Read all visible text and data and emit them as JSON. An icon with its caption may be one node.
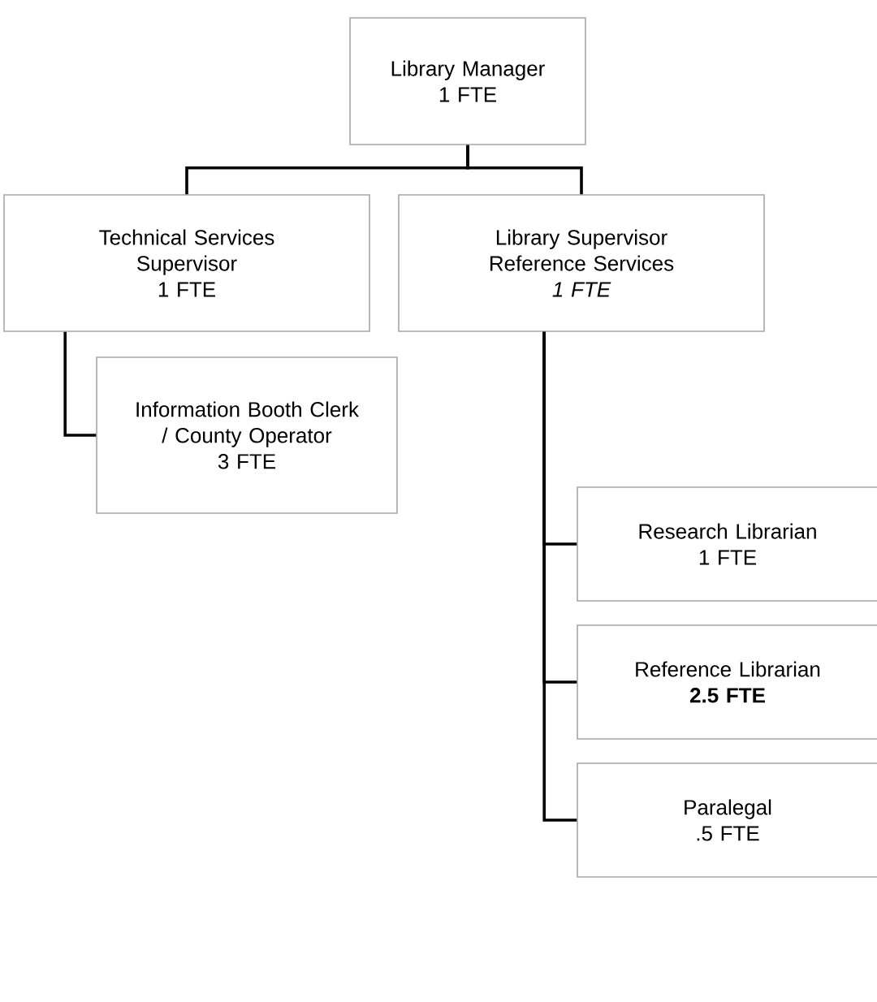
{
  "diagram": {
    "nodes": [
      {
        "text": [
          "Library Manager",
          "1 FTE"
        ]
      },
      {
        "text": [
          "Technical Services Supervisor",
          "1 FTE"
        ]
      },
      {
        "text": [
          "Library Supervisor Reference Services",
          "1 FTE"
        ]
      },
      {
        "text": [
          "Information Booth Clerk / County Operator",
          "3 FTE"
        ]
      },
      {
        "text": [
          "Research Librarian",
          "1 FTE"
        ]
      },
      {
        "text": [
          "Reference Librarian",
          "2.5 FTE"
        ]
      },
      {
        "text": [
          "Paralegal",
          ".5 FTE"
        ]
      }
    ],
    "edges": [
      {
        "from": 0,
        "to": 1,
        "arrow": "none"
      },
      {
        "from": 0,
        "to": 2,
        "arrow": "none"
      },
      {
        "from": 1,
        "to": 3,
        "arrow": "none"
      },
      {
        "from": 2,
        "to": 4,
        "arrow": "none"
      },
      {
        "from": 2,
        "to": 5,
        "arrow": "none"
      },
      {
        "from": 2,
        "to": 6,
        "arrow": "none"
      }
    ]
  }
}
